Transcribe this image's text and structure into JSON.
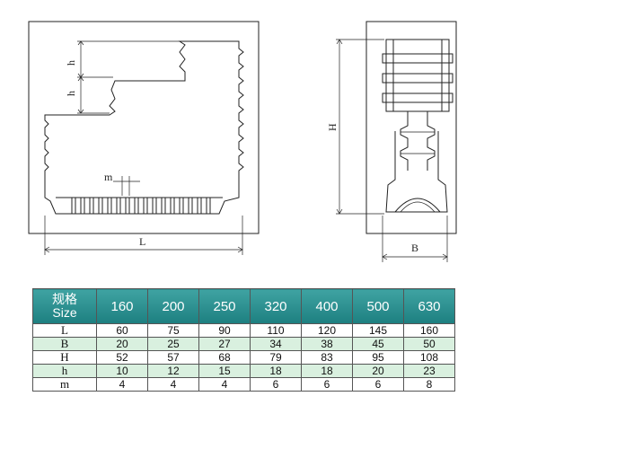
{
  "drawing": {
    "front_view": {
      "dim_h_upper": "h",
      "dim_h_lower": "h",
      "dim_m": "m",
      "dim_L": "L"
    },
    "side_view": {
      "dim_H": "H",
      "dim_B": "B"
    }
  },
  "table": {
    "corner_label_line1": "规格",
    "corner_label_line2": "Size",
    "sizes": [
      "160",
      "200",
      "250",
      "320",
      "400",
      "500",
      "630"
    ],
    "rows": [
      {
        "label": "L",
        "values": [
          "60",
          "75",
          "90",
          "110",
          "120",
          "145",
          "160"
        ]
      },
      {
        "label": "B",
        "values": [
          "20",
          "25",
          "27",
          "34",
          "38",
          "45",
          "50"
        ]
      },
      {
        "label": "H",
        "values": [
          "52",
          "57",
          "68",
          "79",
          "83",
          "95",
          "108"
        ]
      },
      {
        "label": "h",
        "values": [
          "10",
          "12",
          "15",
          "18",
          "18",
          "20",
          "23"
        ]
      },
      {
        "label": "m",
        "values": [
          "4",
          "4",
          "4",
          "6",
          "6",
          "6",
          "8"
        ]
      }
    ],
    "header_color": "#2a8e8f",
    "stripe_color": "#d9f0df"
  }
}
